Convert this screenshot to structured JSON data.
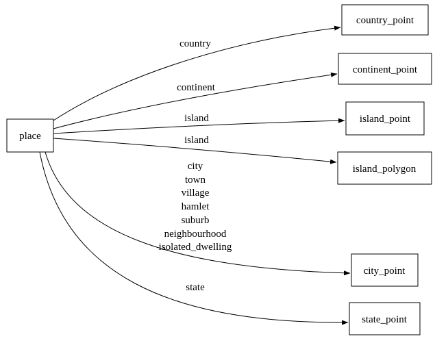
{
  "diagram": {
    "kind": "directed-graph",
    "background_color": "#ffffff",
    "node_fill_color": "#ffffff",
    "node_border_color": "#000000",
    "edge_color": "#000000",
    "text_color": "#000000"
  },
  "nodes": [
    {
      "id": "place",
      "label": "place"
    },
    {
      "id": "country_point",
      "label": "country_point"
    },
    {
      "id": "continent_point",
      "label": "continent_point"
    },
    {
      "id": "island_point",
      "label": "island_point"
    },
    {
      "id": "island_polygon",
      "label": "island_polygon"
    },
    {
      "id": "city_point",
      "label": "city_point"
    },
    {
      "id": "state_point",
      "label": "state_point"
    }
  ],
  "edges": [
    {
      "from": "place",
      "to": "country_point",
      "label": "country"
    },
    {
      "from": "place",
      "to": "continent_point",
      "label": "continent"
    },
    {
      "from": "place",
      "to": "island_point",
      "label": "island"
    },
    {
      "from": "place",
      "to": "island_polygon",
      "label": "island"
    },
    {
      "from": "place",
      "to": "city_point",
      "label_lines": [
        "city",
        "town",
        "village",
        "hamlet",
        "suburb",
        "neighbourhood",
        "isolated_dwelling"
      ]
    },
    {
      "from": "place",
      "to": "state_point",
      "label": "state"
    }
  ]
}
